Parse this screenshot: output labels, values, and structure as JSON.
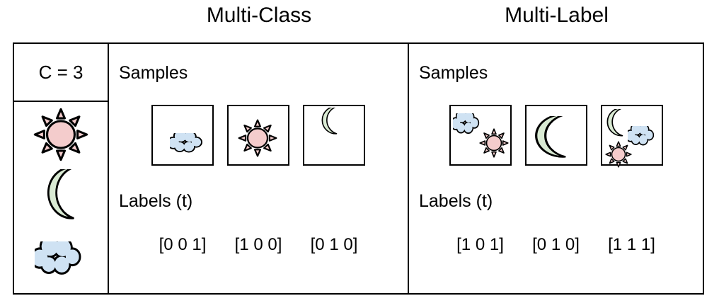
{
  "figure": {
    "multiclass_title": "Multi-Class",
    "multilabel_title": "Multi-Label"
  },
  "sidebar": {
    "class_count": "C = 3",
    "classes": [
      "sun",
      "moon",
      "cloud"
    ]
  },
  "multiclass": {
    "samples_label": "Samples",
    "labels_label": "Labels (t)",
    "samples": [
      [
        "cloud"
      ],
      [
        "sun"
      ],
      [
        "moon"
      ]
    ],
    "label_vectors": [
      "[0 0 1]",
      "[1 0 0]",
      "[0 1 0]"
    ]
  },
  "multilabel": {
    "samples_label": "Samples",
    "labels_label": "Labels (t)",
    "samples": [
      [
        "cloud",
        "sun"
      ],
      [
        "moon"
      ],
      [
        "moon",
        "cloud",
        "sun"
      ]
    ],
    "label_vectors": [
      "[1 0 1]",
      "[0 1 0]",
      "[1 1 1]"
    ]
  },
  "colors": {
    "sun_fill": "#f4cccc",
    "moon_fill": "#d9ead3",
    "cloud_fill": "#cfe2f3",
    "line": "#000000",
    "background": "#ffffff"
  }
}
